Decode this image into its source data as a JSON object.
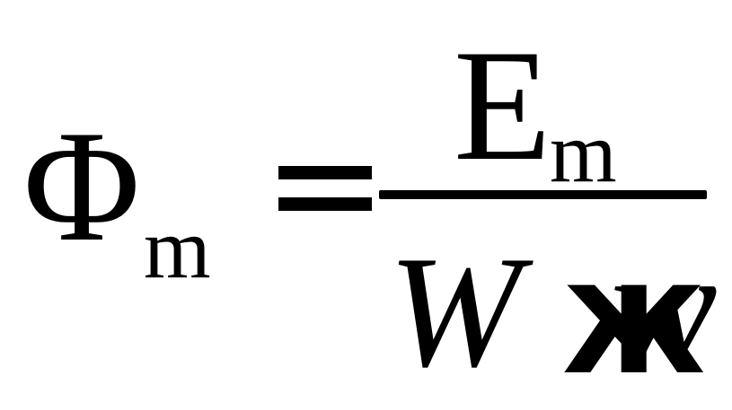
{
  "formula": {
    "lhs": {
      "symbol": "Φ",
      "subscript": "m"
    },
    "equals": "=",
    "numerator": {
      "symbol": "E",
      "subscript": "m"
    },
    "denominator": {
      "first": "W",
      "overprint": "ж",
      "second": "w"
    }
  }
}
